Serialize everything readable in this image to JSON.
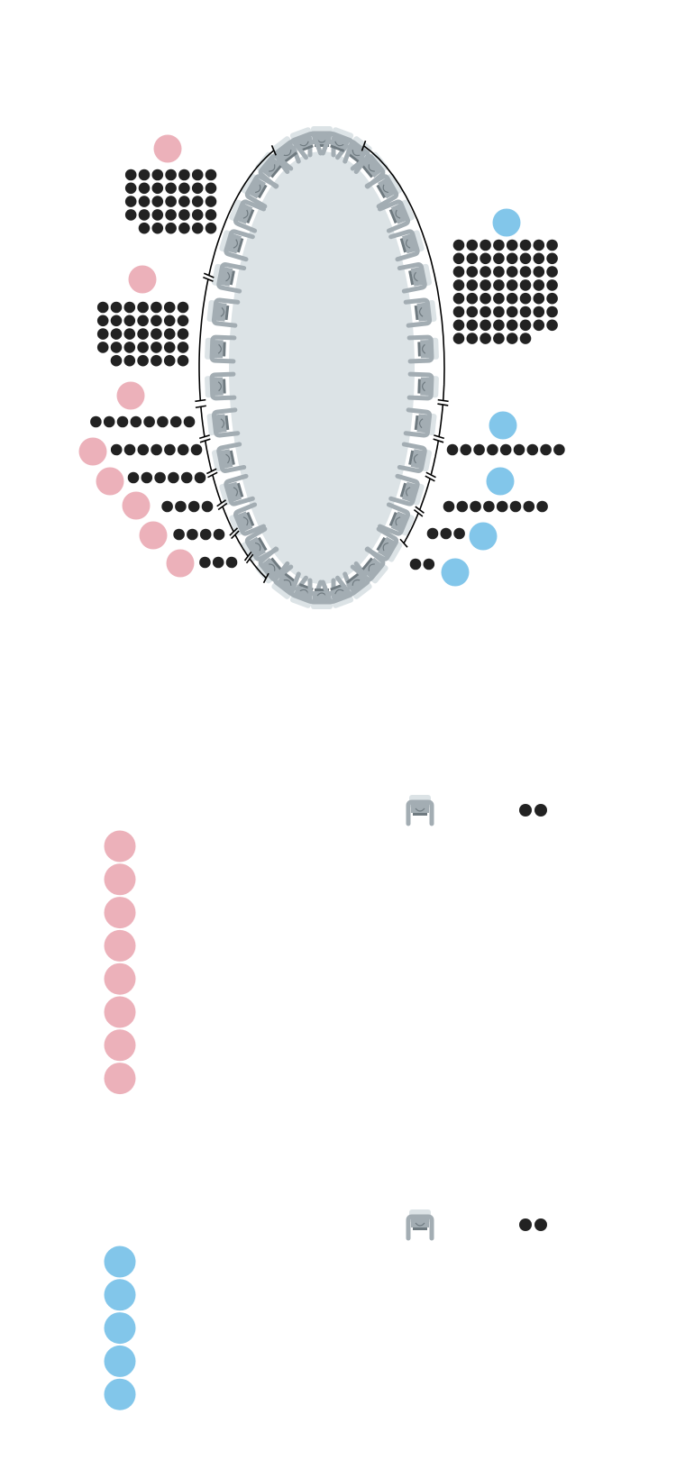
{
  "colors": {
    "party_left": "#ecb1ba",
    "party_right": "#82c6ea",
    "member_dot": "#222222",
    "table": "#dce3e6",
    "chair": "#a3adb3",
    "chair_dark": "#6f7a80"
  },
  "chamber": {
    "chair_count": 38,
    "left_groups": [
      {
        "rows": [
          7,
          7,
          7,
          7,
          6
        ],
        "total": 34
      },
      {
        "rows": [
          7,
          7,
          7,
          7,
          6
        ],
        "total": 34
      },
      {
        "rows": [
          8
        ],
        "total": 8
      },
      {
        "rows": [
          7
        ],
        "total": 7
      },
      {
        "rows": [
          6
        ],
        "total": 6
      },
      {
        "rows": [
          4
        ],
        "total": 4
      },
      {
        "rows": [
          4
        ],
        "total": 4
      },
      {
        "rows": [
          3
        ],
        "total": 3
      }
    ],
    "right_groups": [
      {
        "rows": [
          8,
          8,
          8,
          8,
          8,
          8,
          8,
          6
        ],
        "total": 62
      },
      {
        "rows": [
          9
        ],
        "total": 9
      },
      {
        "rows": [
          8
        ],
        "total": 8
      },
      {
        "rows": [
          3
        ],
        "total": 3
      },
      {
        "rows": [
          2
        ],
        "total": 2
      }
    ]
  },
  "legend": [
    {
      "party": "left",
      "seat_dots": 2,
      "party_circles": 8
    },
    {
      "party": "right",
      "seat_dots": 2,
      "party_circles": 5
    }
  ]
}
